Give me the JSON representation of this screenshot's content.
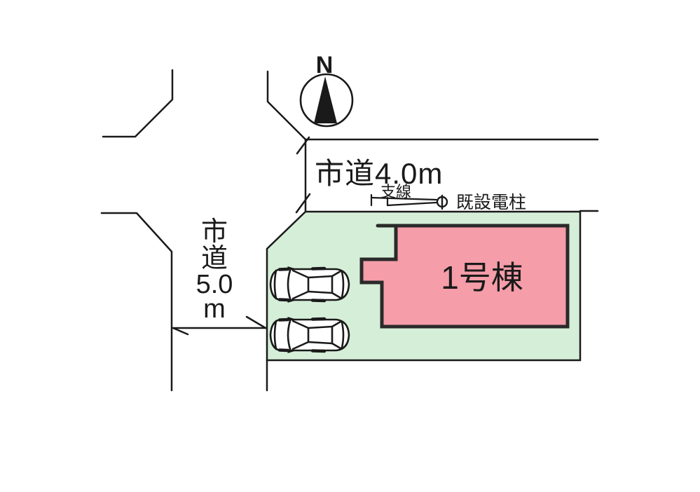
{
  "canvas": {
    "background": "#ffffff",
    "line_color": "#1a1a1a"
  },
  "compass": {
    "label": "N"
  },
  "roads": {
    "top": {
      "label": "市道4.0m"
    },
    "left": {
      "label": "市道5.0m",
      "segments": [
        "市",
        "道",
        "5.0",
        "m"
      ]
    }
  },
  "utility": {
    "guy_wire_label": "支線",
    "pole_label": "既設電柱"
  },
  "plot": {
    "fill": "#d5eed8"
  },
  "building": {
    "label": "1号棟",
    "fill": "#f59da9",
    "border": "#2a2a2a"
  },
  "cars": {
    "count": 2
  }
}
